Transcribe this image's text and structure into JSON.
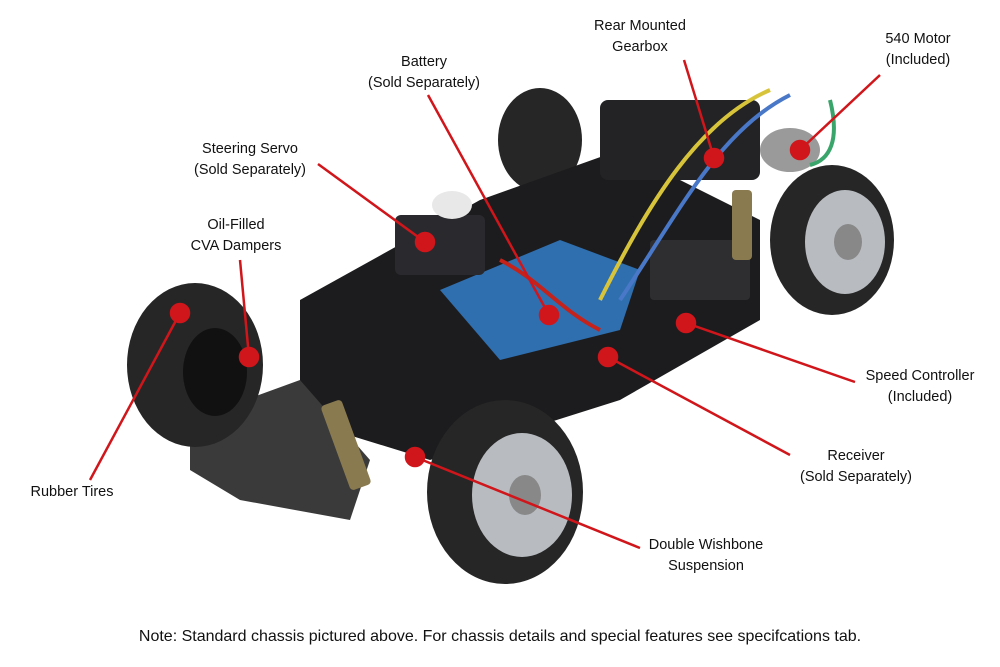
{
  "labels": {
    "gearbox": {
      "line1": "Rear Mounted",
      "line2": "Gearbox"
    },
    "motor": {
      "line1": "540 Motor",
      "line2": "(Included)"
    },
    "battery": {
      "line1": "Battery",
      "line2": "(Sold Separately)"
    },
    "servo": {
      "line1": "Steering Servo",
      "line2": "(Sold Separately)"
    },
    "dampers": {
      "line1": "Oil-Filled",
      "line2": "CVA Dampers"
    },
    "tires": {
      "line1": "Rubber Tires"
    },
    "esc": {
      "line1": "Speed Controller",
      "line2": "(Included)"
    },
    "receiver": {
      "line1": "Receiver",
      "line2": "(Sold Separately)"
    },
    "suspension": {
      "line1": "Double Wishbone",
      "line2": "Suspension"
    }
  },
  "note": "Note: Standard chassis pictured above. For chassis details and special features see specifcations tab.",
  "colors": {
    "callout": "#d0161b",
    "chassis": "#1c1c1e",
    "tire": "#2a2a2a",
    "rim": "#b8bcc0",
    "battery": "#2f6fb0"
  }
}
